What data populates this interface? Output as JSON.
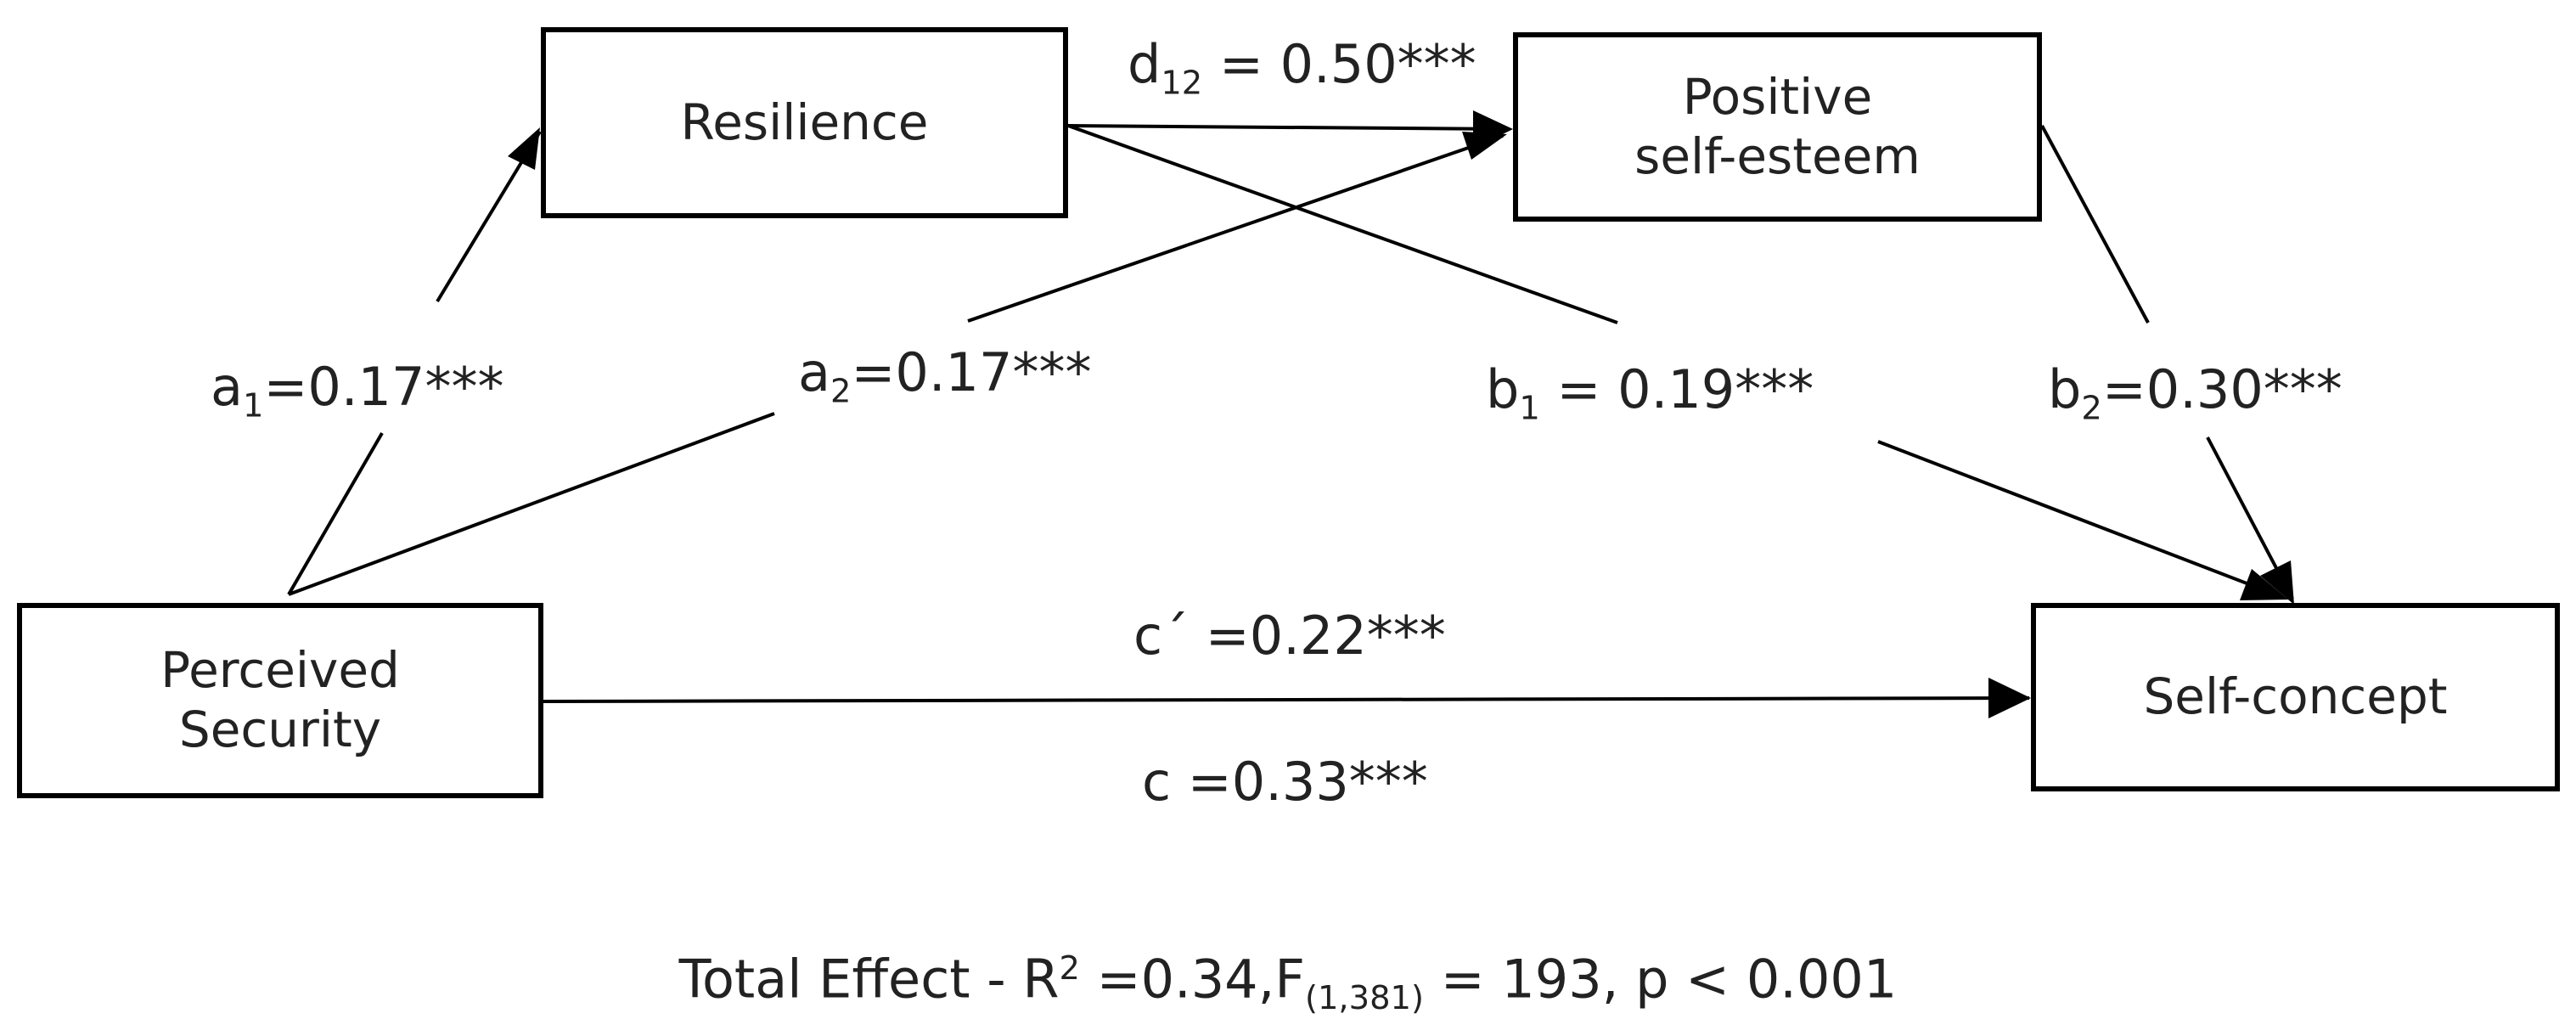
{
  "nodes": {
    "resilience": "Resilience",
    "positive_self_esteem": [
      "Positive",
      "self-esteem"
    ],
    "perceived_security": [
      "Perceived",
      "Security"
    ],
    "self_concept": "Self-concept"
  },
  "paths": {
    "a1": {
      "sym": "a",
      "sub": "1",
      "eq": "=0.17***"
    },
    "a2": {
      "sym": "a",
      "sub": "2",
      "eq": "=0.17***"
    },
    "d12": {
      "sym": "d",
      "sub": "12",
      "eq": " = 0.50***"
    },
    "b1": {
      "sym": "b",
      "sub": "1",
      "eq": " = 0.19***"
    },
    "b2": {
      "sym": "b",
      "sub": "2",
      "eq": "=0.30***"
    },
    "c_prime": "c´ =0.22***",
    "c": "c =0.33***"
  },
  "total_effect": {
    "prefix": "Total Effect -  R",
    "r_sup": "2",
    "r_val": " =0.34,F",
    "f_sub": "(1,381)",
    "rest": " = 193, p < 0.001"
  },
  "colors": {
    "lines": "#000000",
    "text": "#222222"
  }
}
